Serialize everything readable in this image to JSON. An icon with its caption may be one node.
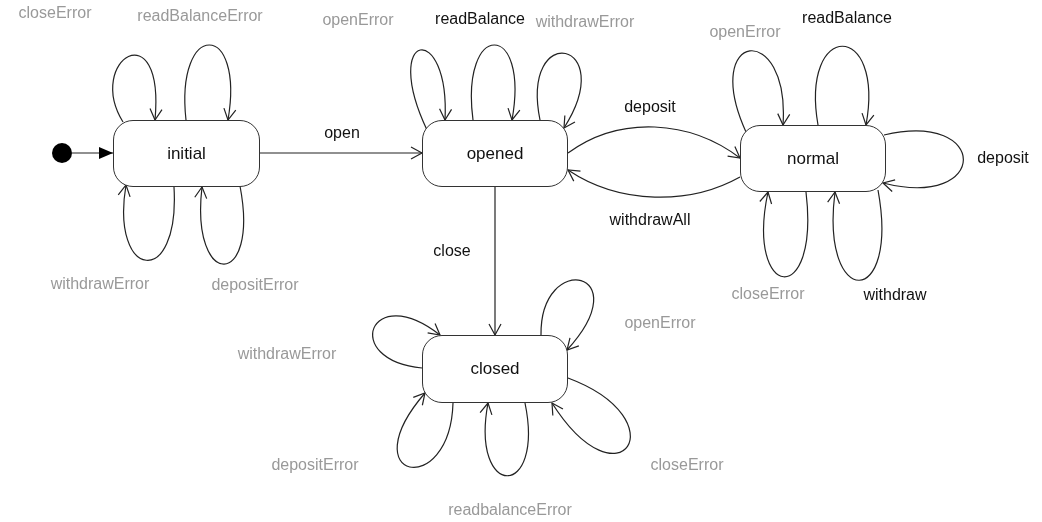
{
  "diagram": {
    "nodes": [
      {
        "text": [],
        "shape": "circle"
      },
      {
        "text": [
          "initial"
        ]
      },
      {
        "text": [
          "opened"
        ]
      },
      {
        "text": [
          "normal"
        ]
      },
      {
        "text": [
          "closed"
        ]
      }
    ],
    "edges": [
      {
        "from": 0,
        "to": 1,
        "arrow": "to"
      },
      {
        "from": 1,
        "to": 1,
        "arrow": "to",
        "label": "closeError"
      },
      {
        "from": 1,
        "to": 1,
        "arrow": "to",
        "label": "readBalanceError"
      },
      {
        "from": 1,
        "to": 1,
        "arrow": "to",
        "label": "withdrawError"
      },
      {
        "from": 1,
        "to": 1,
        "arrow": "to",
        "label": "depositError"
      },
      {
        "from": 1,
        "to": 2,
        "arrow": "to",
        "label": "open"
      },
      {
        "from": 2,
        "to": 2,
        "arrow": "to",
        "label": "openError"
      },
      {
        "from": 2,
        "to": 2,
        "arrow": "to",
        "label": "readBalance"
      },
      {
        "from": 2,
        "to": 2,
        "arrow": "to",
        "label": "withdrawError"
      },
      {
        "from": 2,
        "to": 3,
        "arrow": "to",
        "label": "deposit"
      },
      {
        "from": 3,
        "to": 2,
        "arrow": "to",
        "label": "withdrawAll"
      },
      {
        "from": 2,
        "to": 4,
        "arrow": "to",
        "label": "close"
      },
      {
        "from": 3,
        "to": 3,
        "arrow": "to",
        "label": "openError"
      },
      {
        "from": 3,
        "to": 3,
        "arrow": "to",
        "label": "readBalance"
      },
      {
        "from": 3,
        "to": 3,
        "arrow": "to",
        "label": "deposit"
      },
      {
        "from": 3,
        "to": 3,
        "arrow": "to",
        "label": "closeError"
      },
      {
        "from": 3,
        "to": 3,
        "arrow": "to",
        "label": "withdraw"
      },
      {
        "from": 4,
        "to": 4,
        "arrow": "to",
        "label": "withdrawError"
      },
      {
        "from": 4,
        "to": 4,
        "arrow": "to",
        "label": "openError"
      },
      {
        "from": 4,
        "to": 4,
        "arrow": "to",
        "label": "depositError"
      },
      {
        "from": 4,
        "to": 4,
        "arrow": "to",
        "label": "readbalanceError"
      },
      {
        "from": 4,
        "to": 4,
        "arrow": "to",
        "label": "closeError"
      }
    ]
  }
}
